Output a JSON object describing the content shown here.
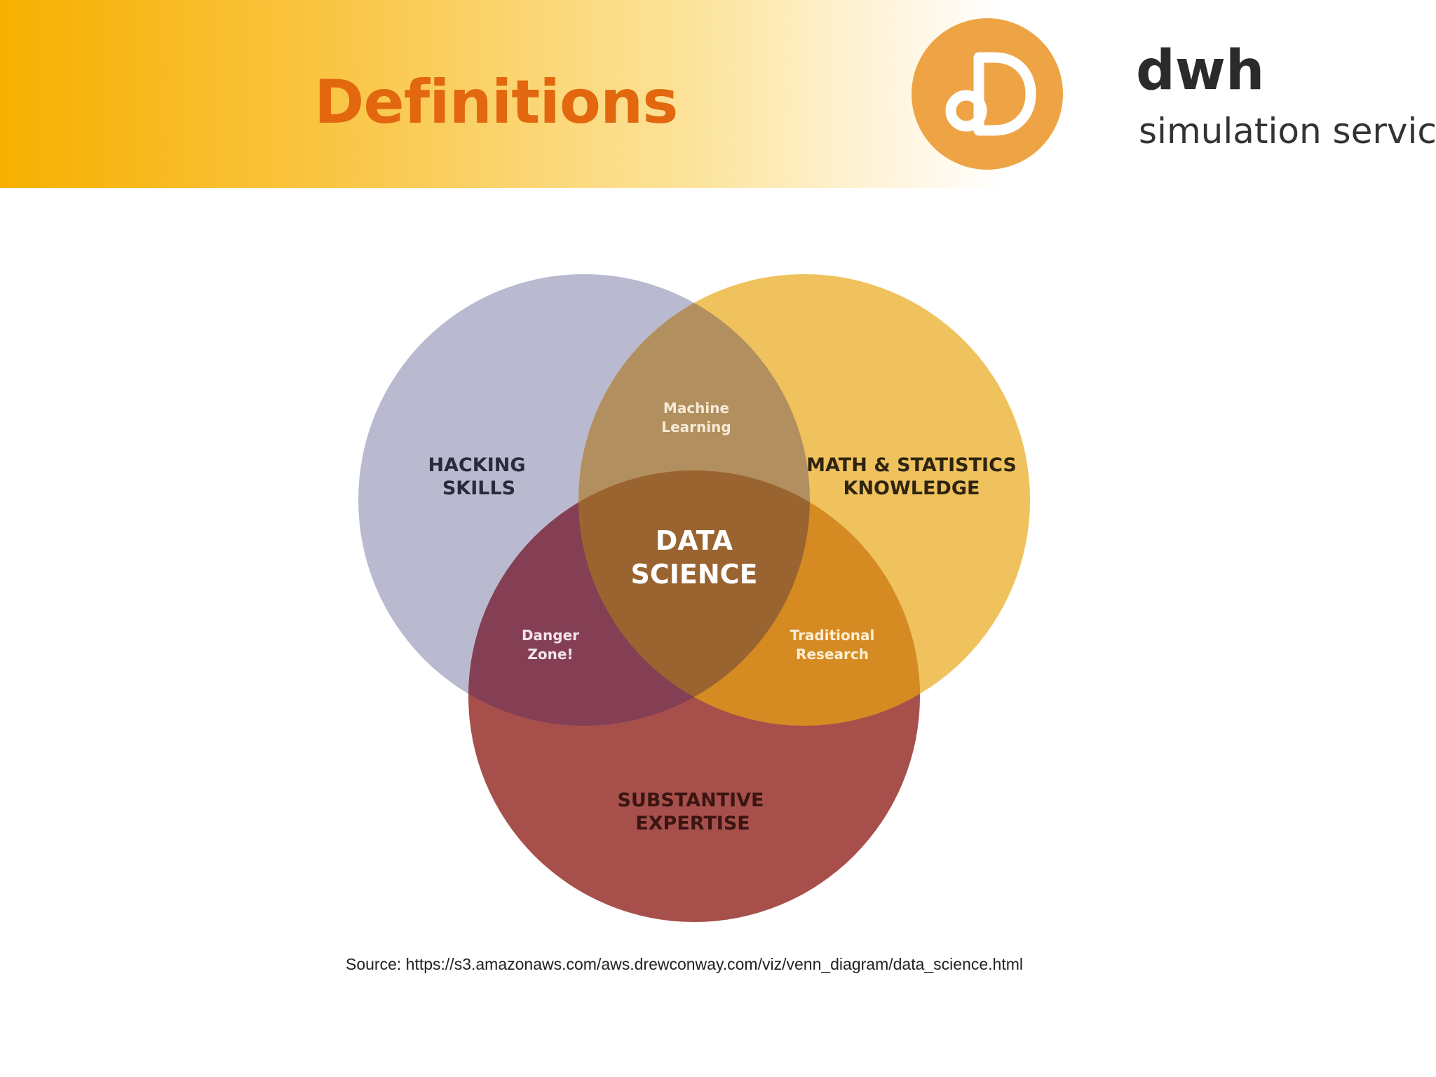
{
  "slide": {
    "title": "Definitions",
    "brand_color": "#e2670e",
    "header_gradient": [
      "#f7b000",
      "#ffffff"
    ]
  },
  "logo": {
    "mark_text": "dD",
    "name": "dwh",
    "tagline": "simulation services",
    "mark_color": "#eea445"
  },
  "diagram": {
    "type": "venn",
    "sets": [
      {
        "label_line1": "HACKING",
        "label_line2": "SKILLS",
        "color": "#b3b4cc"
      },
      {
        "label_line1": "MATH & STATISTICS",
        "label_line2": "KNOWLEDGE",
        "color": "#efc25e"
      },
      {
        "label_line1": "SUBSTANTIVE",
        "label_line2": "EXPERTISE",
        "color": "#a7504b"
      }
    ],
    "intersections": {
      "hacking_math": {
        "line1": "Machine",
        "line2": "Learning"
      },
      "hacking_substantive": {
        "line1": "Danger",
        "line2": "Zone!"
      },
      "math_substantive": {
        "line1": "Traditional",
        "line2": "Research"
      },
      "center": {
        "line1": "DATA",
        "line2": "SCIENCE"
      }
    }
  },
  "source": "Source: https://s3.amazonaws.com/aws.drewconway.com/viz/venn_diagram/data_science.html"
}
